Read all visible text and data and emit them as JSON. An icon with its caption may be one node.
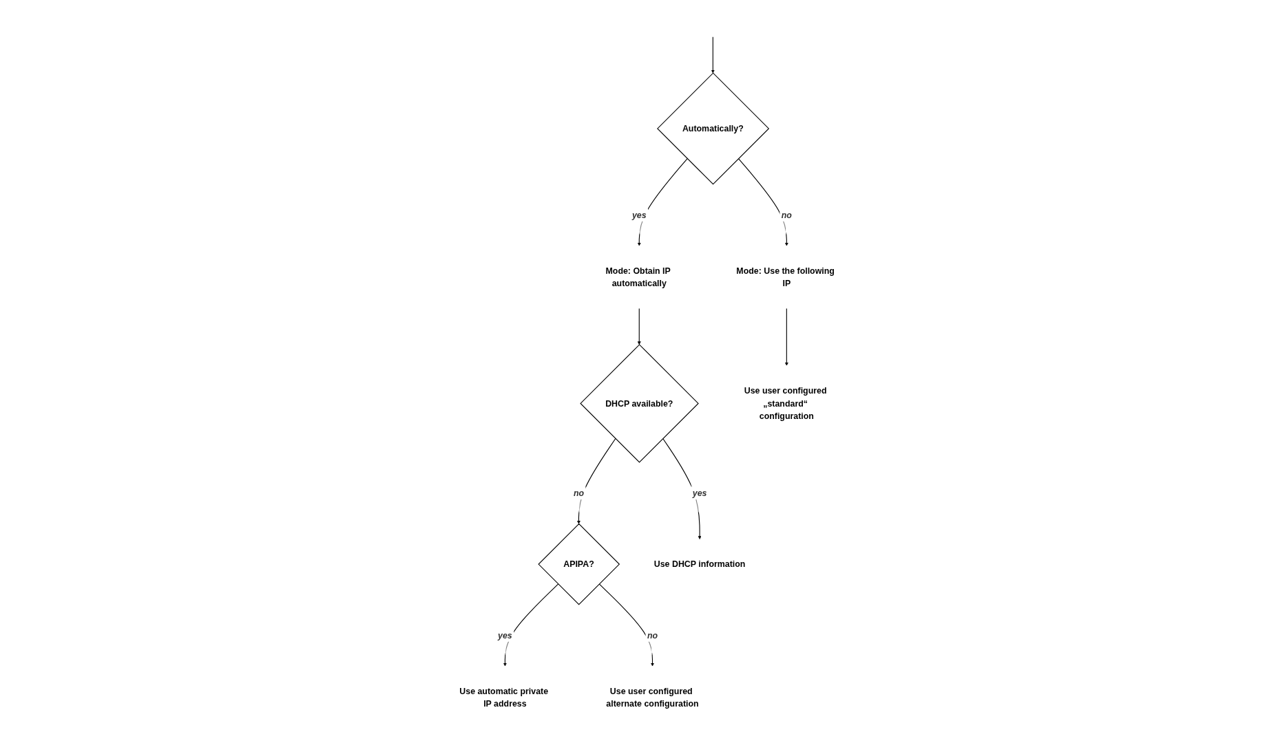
{
  "diagram": {
    "nodes": [
      {
        "text": [
          "Automatically?"
        ]
      },
      {
        "text": [
          "Mode: Obtain IP automatically"
        ]
      },
      {
        "text": [
          "Mode: Use the following IP"
        ]
      },
      {
        "text": [
          "DHCP available?"
        ]
      },
      {
        "text": [
          "APIPA?"
        ]
      },
      {
        "text": [
          "Use DHCP information"
        ]
      },
      {
        "text": [
          "Use automatic private IP address"
        ]
      },
      {
        "text": [
          "Use user configured alternate configuration"
        ]
      },
      {
        "text": [
          "Use user configured „standard“ configuration"
        ]
      }
    ],
    "edges": [
      {
        "from": null,
        "to": 0,
        "arrow": "to"
      },
      {
        "from": 0,
        "to": 1,
        "label": "yes",
        "arrow": "to"
      },
      {
        "from": 0,
        "to": 2,
        "label": "no",
        "arrow": "to"
      },
      {
        "from": 1,
        "to": 3,
        "arrow": "to"
      },
      {
        "from": 3,
        "to": 5,
        "label": "yes",
        "arrow": "to"
      },
      {
        "from": 3,
        "to": 4,
        "label": "no",
        "arrow": "to"
      },
      {
        "from": 4,
        "to": 6,
        "label": "yes",
        "arrow": "to"
      },
      {
        "from": 4,
        "to": 7,
        "label": "no",
        "arrow": "to"
      },
      {
        "from": 2,
        "to": 8,
        "arrow": "to"
      }
    ]
  }
}
